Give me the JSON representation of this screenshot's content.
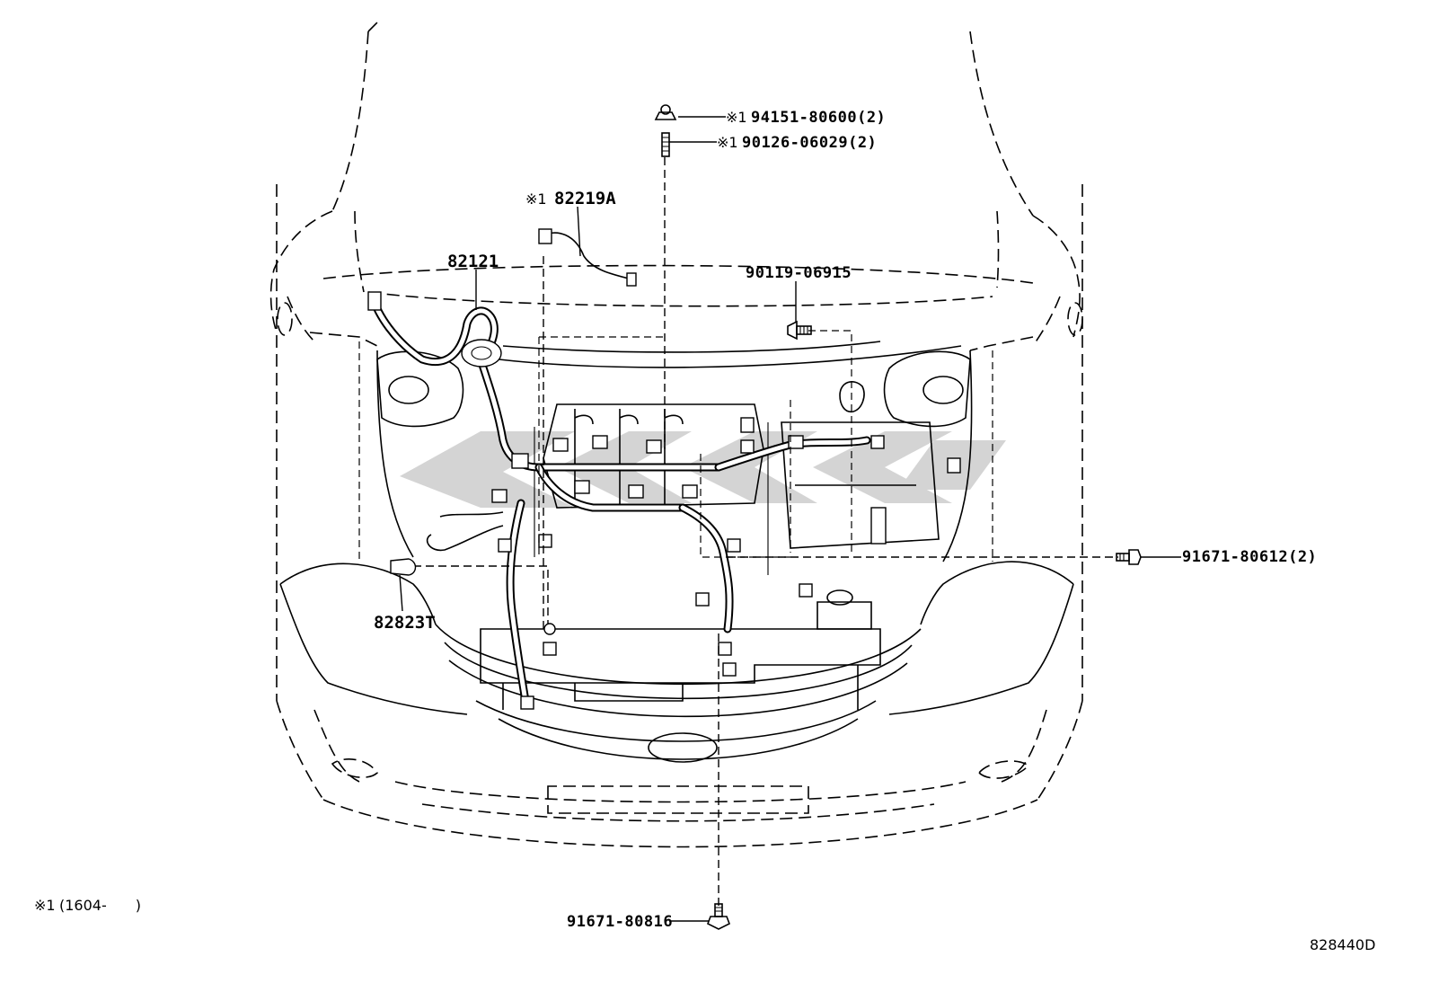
{
  "diagram": {
    "diagram_code": "828440D",
    "footnote": {
      "mark": "※1",
      "text": "(1604-　　)"
    },
    "callouts": [
      {
        "id": "nut-94151",
        "mark": "※1",
        "part": "94151-80600(2)"
      },
      {
        "id": "stud-90126",
        "mark": "※1",
        "part": "90126-06029(2)"
      },
      {
        "id": "wire-82219A",
        "mark": "※1",
        "part": "82219A"
      },
      {
        "id": "harness-82121",
        "mark": "",
        "part": "82121"
      },
      {
        "id": "bolt-90119",
        "mark": "",
        "part": "90119-06915"
      },
      {
        "id": "bolt-91671-80612",
        "mark": "",
        "part": "91671-80612(2)"
      },
      {
        "id": "connector-82823T",
        "mark": "",
        "part": "82823T"
      },
      {
        "id": "bolt-91671-80816",
        "mark": "",
        "part": "91671-80816"
      }
    ]
  }
}
